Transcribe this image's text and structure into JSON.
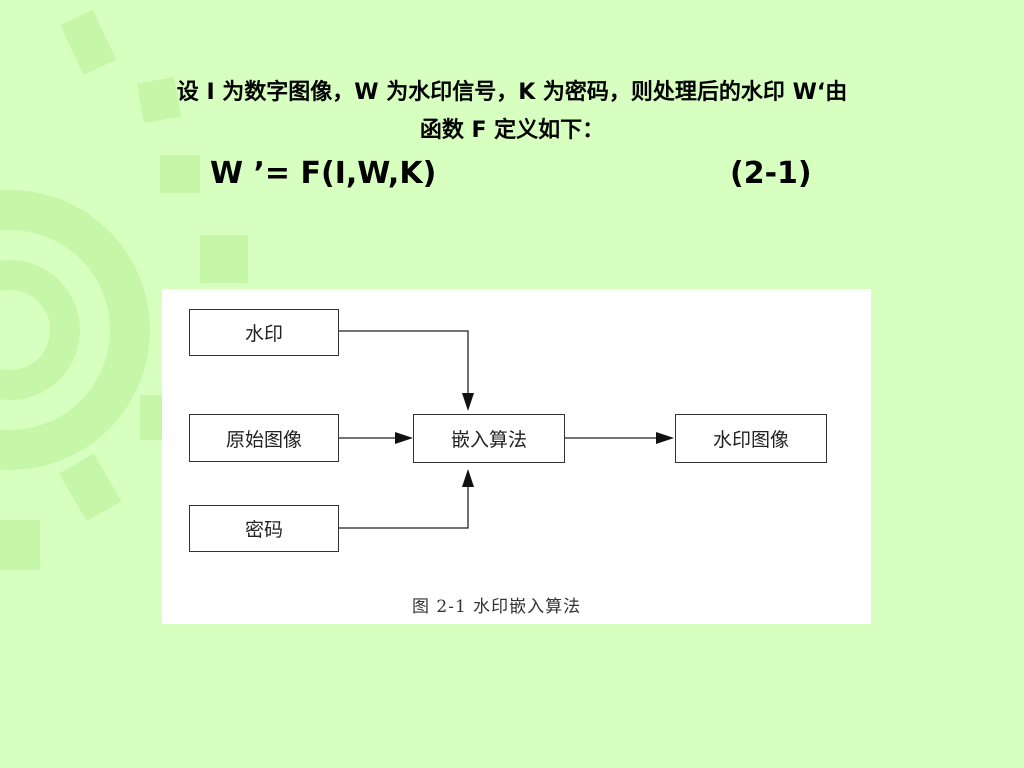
{
  "heading": {
    "line1": "设 I 为数字图像，W 为水印信号，K 为密码，则处理后的水印 W‘由",
    "line2": "函数 F 定义如下："
  },
  "formula": {
    "expression": "W ’= F(I,W,K)",
    "number": "(2-1)"
  },
  "diagram": {
    "nodes": {
      "watermark": "水印",
      "original_image": "原始图像",
      "key": "密码",
      "embed_algorithm": "嵌入算法",
      "watermarked_image": "水印图像"
    },
    "caption": "图  2-1  水印嵌入算法"
  },
  "colors": {
    "background": "#d6ffc0",
    "decoration": "#c6f7a8"
  }
}
